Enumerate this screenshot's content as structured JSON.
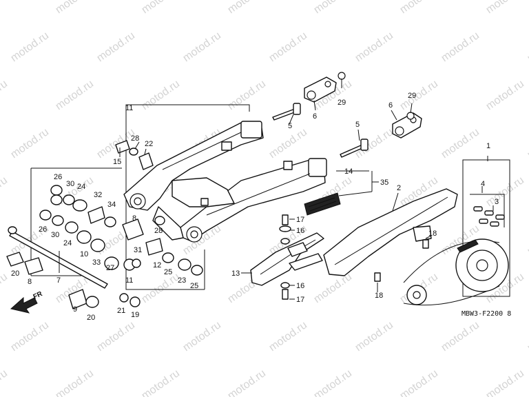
{
  "watermark": "motod.ru",
  "drawing_code": "MBW3-F2200 8",
  "direction_label": "FR",
  "callouts": [
    "1",
    "2",
    "3",
    "4",
    "5",
    "5",
    "6",
    "6",
    "7",
    "8",
    "8",
    "9",
    "10",
    "11",
    "11",
    "12",
    "13",
    "14",
    "15",
    "16",
    "16",
    "17",
    "17",
    "18",
    "18",
    "19",
    "20",
    "20",
    "21",
    "22",
    "23",
    "24",
    "24",
    "25",
    "25",
    "26",
    "26",
    "27",
    "28",
    "28",
    "29",
    "29",
    "30",
    "30",
    "31",
    "32",
    "33",
    "34",
    "35"
  ]
}
